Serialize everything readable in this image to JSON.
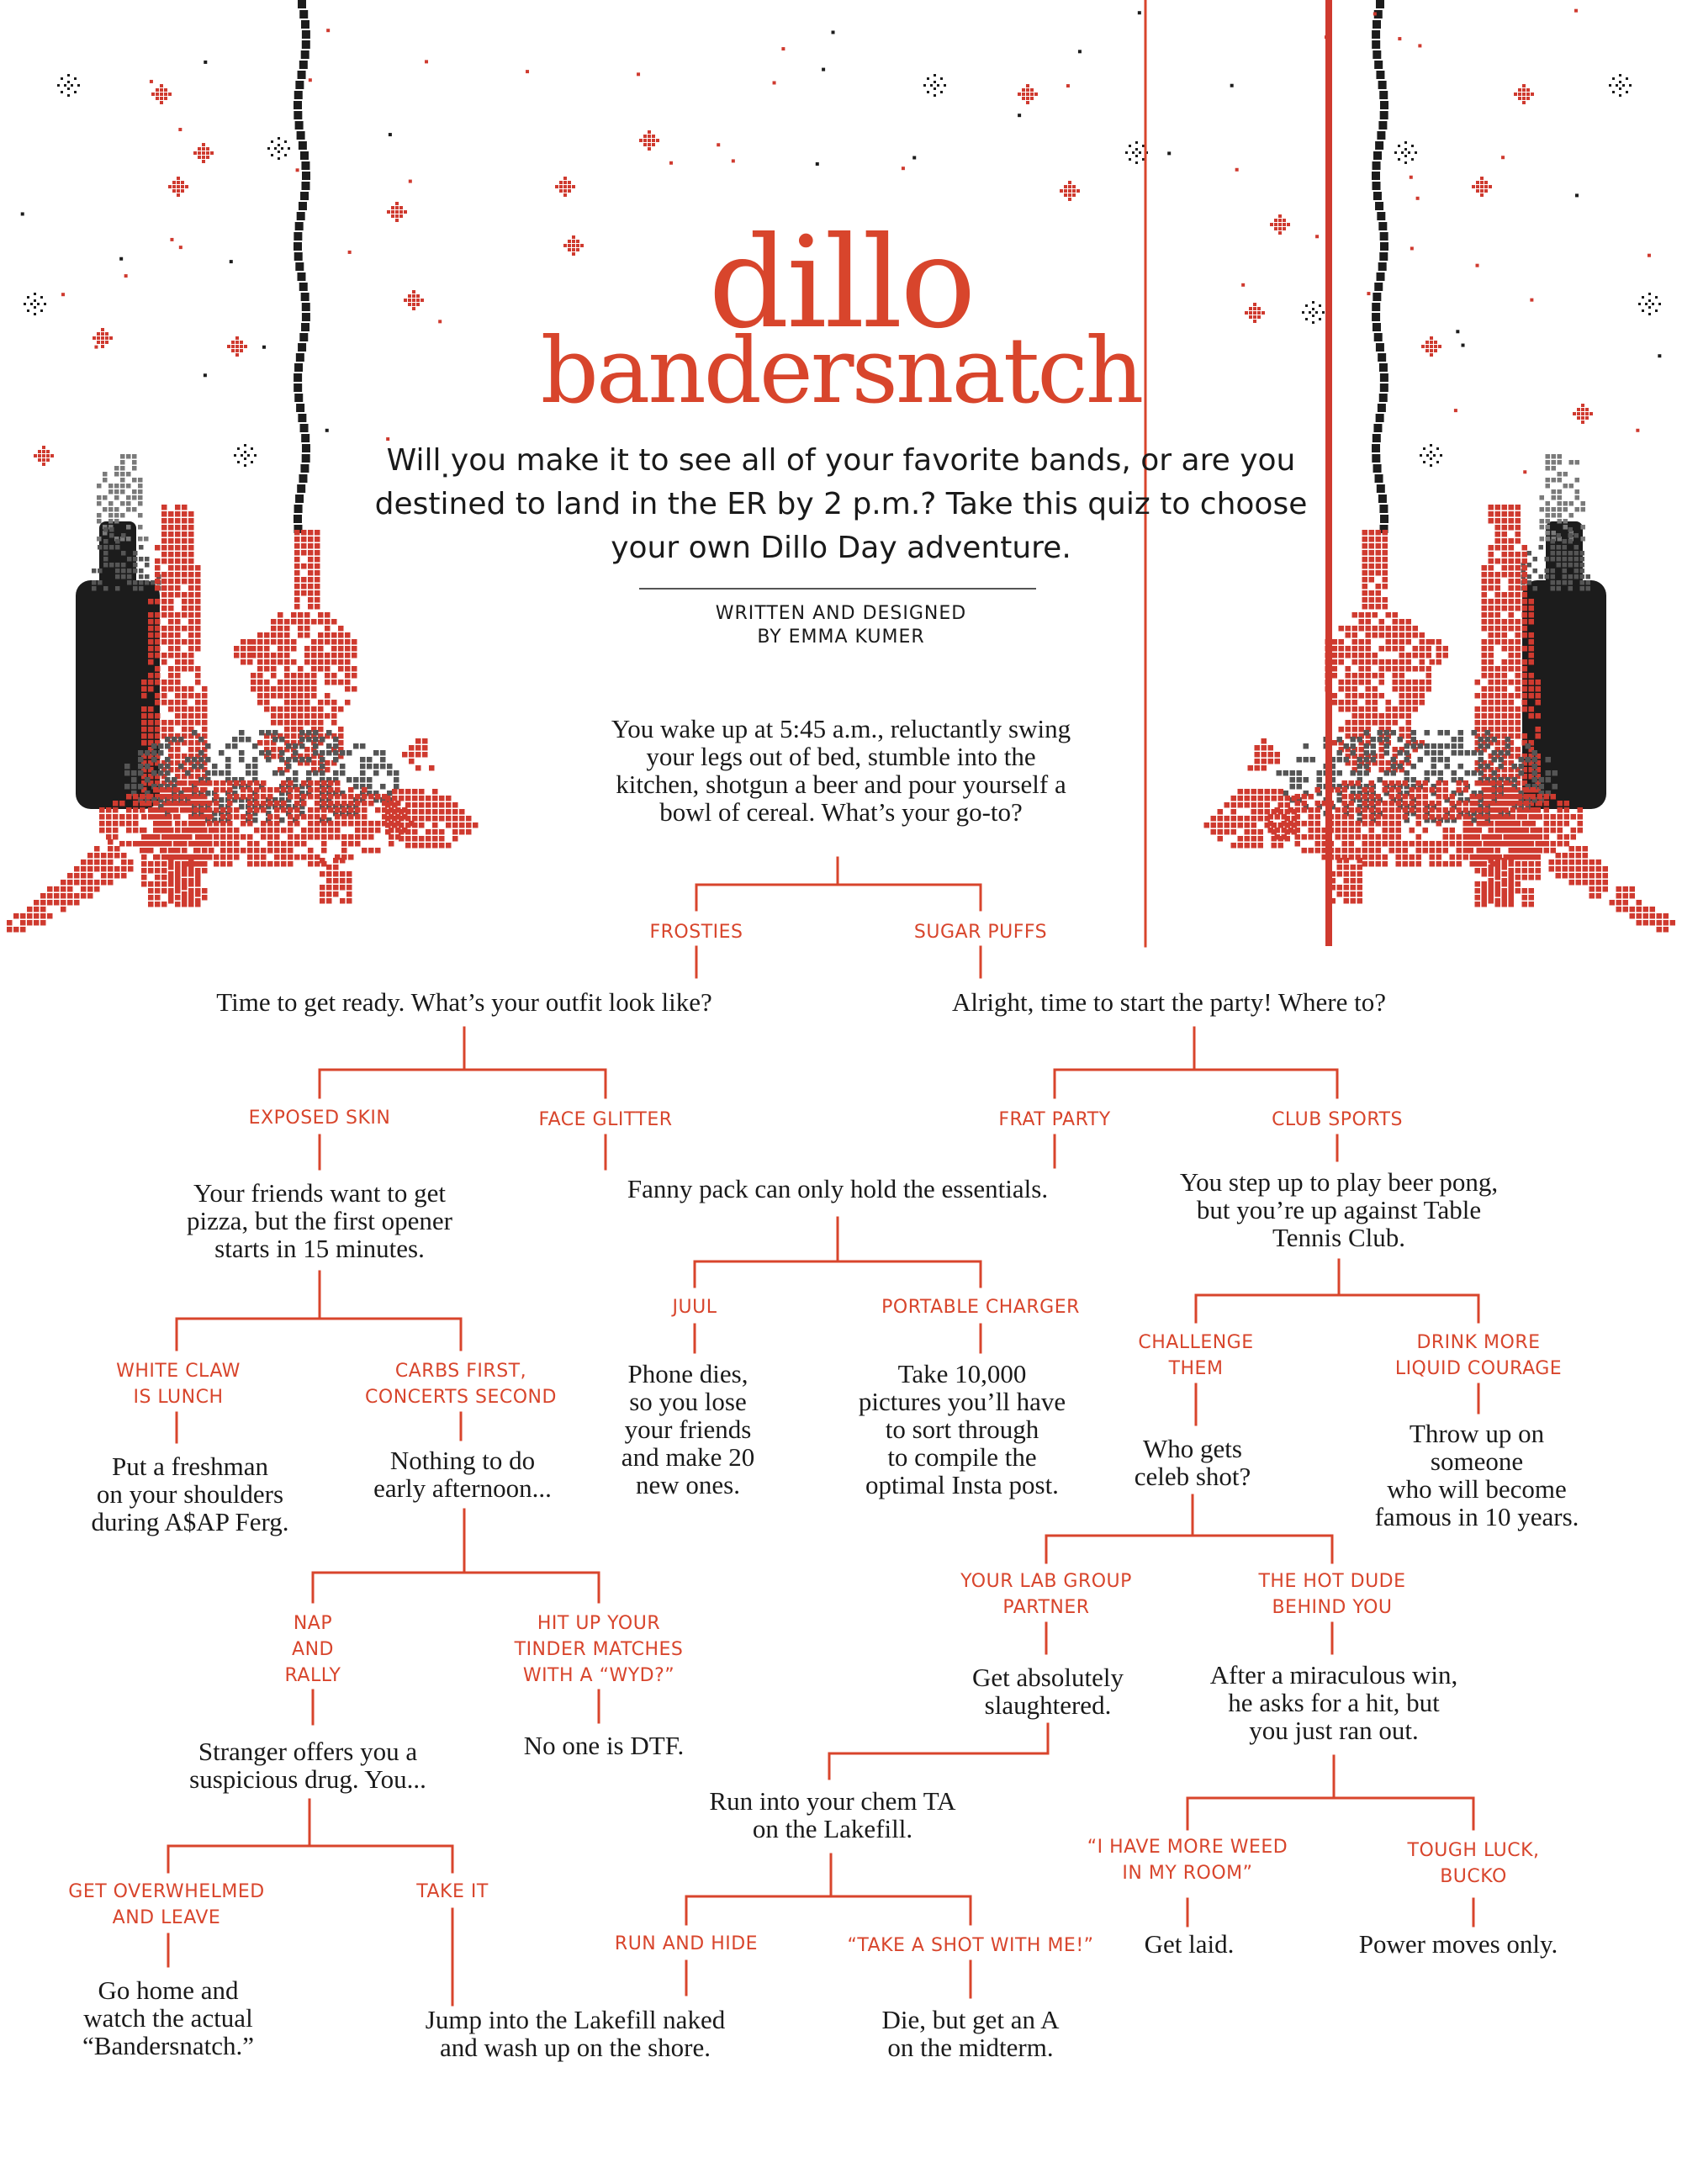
{
  "title": {
    "line1": "dillo",
    "line2": "bandersnatch"
  },
  "intro": "Will you make it to see all of your favorite bands, or are you destined to land in the ER by 2 p.m.? Take this quiz to choose your own Dillo Day adventure.",
  "byline": {
    "line1": "WRITTEN AND DESIGNED",
    "line2": "BY EMMA KUMER"
  },
  "colors": {
    "accent": "#d8452c",
    "text": "#1a1a1a",
    "pattern_red": "#cf3a2f",
    "pattern_black": "#1c1c1c"
  },
  "diagram": {
    "nodes": [
      {
        "id": "start",
        "kind": "question",
        "text": "You wake up at 5:45 a.m., reluctantly swing\nyour legs out of bed, stumble into the\nkitchen, shotgun a beer and pour yourself a\nbowl of cereal. What’s your go-to?"
      },
      {
        "id": "o_frosties",
        "kind": "option",
        "text": "FROSTIES"
      },
      {
        "id": "o_sugar",
        "kind": "option",
        "text": "SUGAR PUFFS"
      },
      {
        "id": "q_outfit",
        "kind": "question",
        "text": "Time to get ready. What’s your outfit look like?"
      },
      {
        "id": "q_party",
        "kind": "question",
        "text": "Alright, time to start the party! Where to?"
      },
      {
        "id": "o_skin",
        "kind": "option",
        "text": "EXPOSED SKIN"
      },
      {
        "id": "o_glitter",
        "kind": "option",
        "text": "FACE GLITTER"
      },
      {
        "id": "o_frat",
        "kind": "option",
        "text": "FRAT PARTY"
      },
      {
        "id": "o_club",
        "kind": "option",
        "text": "CLUB SPORTS"
      },
      {
        "id": "q_pizza",
        "kind": "question",
        "text": "Your friends want to get\npizza, but the first opener\nstarts in 15 minutes."
      },
      {
        "id": "q_fanny",
        "kind": "question",
        "text": "Fanny pack can only hold the essentials."
      },
      {
        "id": "q_pong",
        "kind": "question",
        "text": "You step up to play beer pong,\nbut you’re up against Table\nTennis Club."
      },
      {
        "id": "o_claw",
        "kind": "option",
        "text": "WHITE CLAW\nIS LUNCH"
      },
      {
        "id": "o_carbs",
        "kind": "option",
        "text": "CARBS FIRST,\nCONCERTS SECOND"
      },
      {
        "id": "o_juul",
        "kind": "option",
        "text": "JUUL"
      },
      {
        "id": "o_charger",
        "kind": "option",
        "text": "PORTABLE CHARGER"
      },
      {
        "id": "o_challenge",
        "kind": "option",
        "text": "CHALLENGE\nTHEM"
      },
      {
        "id": "o_drink",
        "kind": "option",
        "text": "DRINK MORE\nLIQUID COURAGE"
      },
      {
        "id": "e_freshman",
        "kind": "outcome",
        "text": "Put a freshman\non your shoulders\nduring A$AP Ferg."
      },
      {
        "id": "q_nothing",
        "kind": "question",
        "text": "Nothing to do\nearly afternoon..."
      },
      {
        "id": "e_phone",
        "kind": "outcome",
        "text": "Phone dies,\nso you lose\nyour friends\nand make 20\nnew ones."
      },
      {
        "id": "e_pictures",
        "kind": "outcome",
        "text": "Take 10,000\npictures you’ll have\nto sort through\nto compile the\noptimal Insta post."
      },
      {
        "id": "q_celeb",
        "kind": "question",
        "text": "Who gets\nceleb shot?"
      },
      {
        "id": "e_throwup",
        "kind": "outcome",
        "text": "Throw up on someone\nwho will become\nfamous in 10 years."
      },
      {
        "id": "o_nap",
        "kind": "option",
        "text": "NAP\nAND\nRALLY"
      },
      {
        "id": "o_tinder",
        "kind": "option",
        "text": "HIT UP YOUR\nTINDER MATCHES\nWITH A “WYD?”"
      },
      {
        "id": "o_labgroup",
        "kind": "option",
        "text": "YOUR LAB GROUP\nPARTNER"
      },
      {
        "id": "o_hotdude",
        "kind": "option",
        "text": "THE HOT DUDE\nBEHIND YOU"
      },
      {
        "id": "q_stranger",
        "kind": "question",
        "text": "Stranger offers you a\nsuspicious drug. You..."
      },
      {
        "id": "e_nodtf",
        "kind": "outcome",
        "text": "No one is DTF."
      },
      {
        "id": "q_slaughtered",
        "kind": "question",
        "text": "Get absolutely\nslaughtered."
      },
      {
        "id": "q_win",
        "kind": "question",
        "text": "After a miraculous win,\nhe asks for a hit, but\nyou just ran out."
      },
      {
        "id": "q_chemta",
        "kind": "question",
        "text": "Run into your chem TA\non the Lakefill."
      },
      {
        "id": "o_weed",
        "kind": "option",
        "text": "“I HAVE MORE WEED\nIN MY ROOM”"
      },
      {
        "id": "o_tough",
        "kind": "option",
        "text": "TOUGH LUCK,\nBUCKO"
      },
      {
        "id": "o_overwhelmed",
        "kind": "option",
        "text": "GET OVERWHELMED\nAND LEAVE"
      },
      {
        "id": "o_takeit",
        "kind": "option",
        "text": "TAKE IT"
      },
      {
        "id": "o_runhide",
        "kind": "option",
        "text": "RUN AND HIDE"
      },
      {
        "id": "o_shot",
        "kind": "option",
        "text": "“TAKE A SHOT WITH ME!”"
      },
      {
        "id": "e_laid",
        "kind": "outcome",
        "text": "Get laid."
      },
      {
        "id": "e_power",
        "kind": "outcome",
        "text": "Power moves only."
      },
      {
        "id": "e_home",
        "kind": "outcome",
        "text": "Go home and\nwatch the actual\n“Bandersnatch.”"
      },
      {
        "id": "e_lakefill",
        "kind": "outcome",
        "text": "Jump into the Lakefill naked\nand wash up on the shore."
      },
      {
        "id": "e_die",
        "kind": "outcome",
        "text": "Die, but get an A\non the midterm."
      }
    ],
    "edges": [
      [
        "start",
        "o_frosties"
      ],
      [
        "start",
        "o_sugar"
      ],
      [
        "o_frosties",
        "q_outfit"
      ],
      [
        "o_sugar",
        "q_party"
      ],
      [
        "q_outfit",
        "o_skin"
      ],
      [
        "q_outfit",
        "o_glitter"
      ],
      [
        "q_party",
        "o_frat"
      ],
      [
        "q_party",
        "o_club"
      ],
      [
        "o_skin",
        "q_pizza"
      ],
      [
        "o_glitter",
        "q_fanny"
      ],
      [
        "o_frat",
        "q_fanny"
      ],
      [
        "o_club",
        "q_pong"
      ],
      [
        "q_pizza",
        "o_claw"
      ],
      [
        "q_pizza",
        "o_carbs"
      ],
      [
        "q_fanny",
        "o_juul"
      ],
      [
        "q_fanny",
        "o_charger"
      ],
      [
        "q_pong",
        "o_challenge"
      ],
      [
        "q_pong",
        "o_drink"
      ],
      [
        "o_claw",
        "e_freshman"
      ],
      [
        "o_carbs",
        "q_nothing"
      ],
      [
        "o_juul",
        "e_phone"
      ],
      [
        "o_charger",
        "e_pictures"
      ],
      [
        "o_challenge",
        "q_celeb"
      ],
      [
        "o_drink",
        "e_throwup"
      ],
      [
        "q_nothing",
        "o_nap"
      ],
      [
        "q_nothing",
        "o_tinder"
      ],
      [
        "q_celeb",
        "o_labgroup"
      ],
      [
        "q_celeb",
        "o_hotdude"
      ],
      [
        "o_nap",
        "q_stranger"
      ],
      [
        "o_tinder",
        "e_nodtf"
      ],
      [
        "o_labgroup",
        "q_slaughtered"
      ],
      [
        "o_hotdude",
        "q_win"
      ],
      [
        "q_slaughtered",
        "q_chemta"
      ],
      [
        "q_win",
        "o_weed"
      ],
      [
        "q_win",
        "o_tough"
      ],
      [
        "q_stranger",
        "o_overwhelmed"
      ],
      [
        "q_stranger",
        "o_takeit"
      ],
      [
        "q_chemta",
        "o_runhide"
      ],
      [
        "q_chemta",
        "o_shot"
      ],
      [
        "o_weed",
        "e_laid"
      ],
      [
        "o_tough",
        "e_power"
      ],
      [
        "o_overwhelmed",
        "e_home"
      ],
      [
        "o_takeit",
        "e_lakefill"
      ],
      [
        "o_runhide",
        "e_lakefill"
      ],
      [
        "o_shot",
        "e_die"
      ]
    ]
  }
}
